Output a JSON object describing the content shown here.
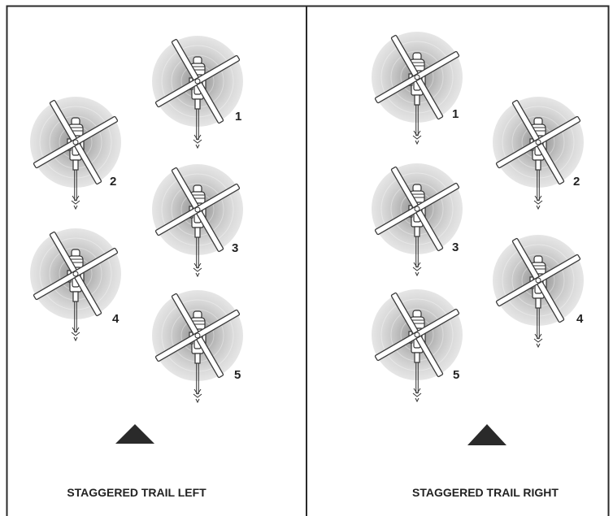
{
  "panels": [
    {
      "caption": "STAGGERED TRAIL LEFT",
      "aircraft": [
        {
          "label": "1"
        },
        {
          "label": "2"
        },
        {
          "label": "3"
        },
        {
          "label": "4"
        },
        {
          "label": "5"
        }
      ],
      "direction_marker": "triangle-up-icon"
    },
    {
      "caption": "STAGGERED TRAIL RIGHT",
      "aircraft": [
        {
          "label": "1"
        },
        {
          "label": "2"
        },
        {
          "label": "3"
        },
        {
          "label": "4"
        }
      ],
      "direction_marker": "triangle-up-icon"
    }
  ],
  "colors": {
    "frame": "#2a2a2a",
    "rotor_disc_outer": "#e6e6e6",
    "rotor_disc_inner": "#8e8e8e",
    "marker": "#2a2a2a"
  }
}
